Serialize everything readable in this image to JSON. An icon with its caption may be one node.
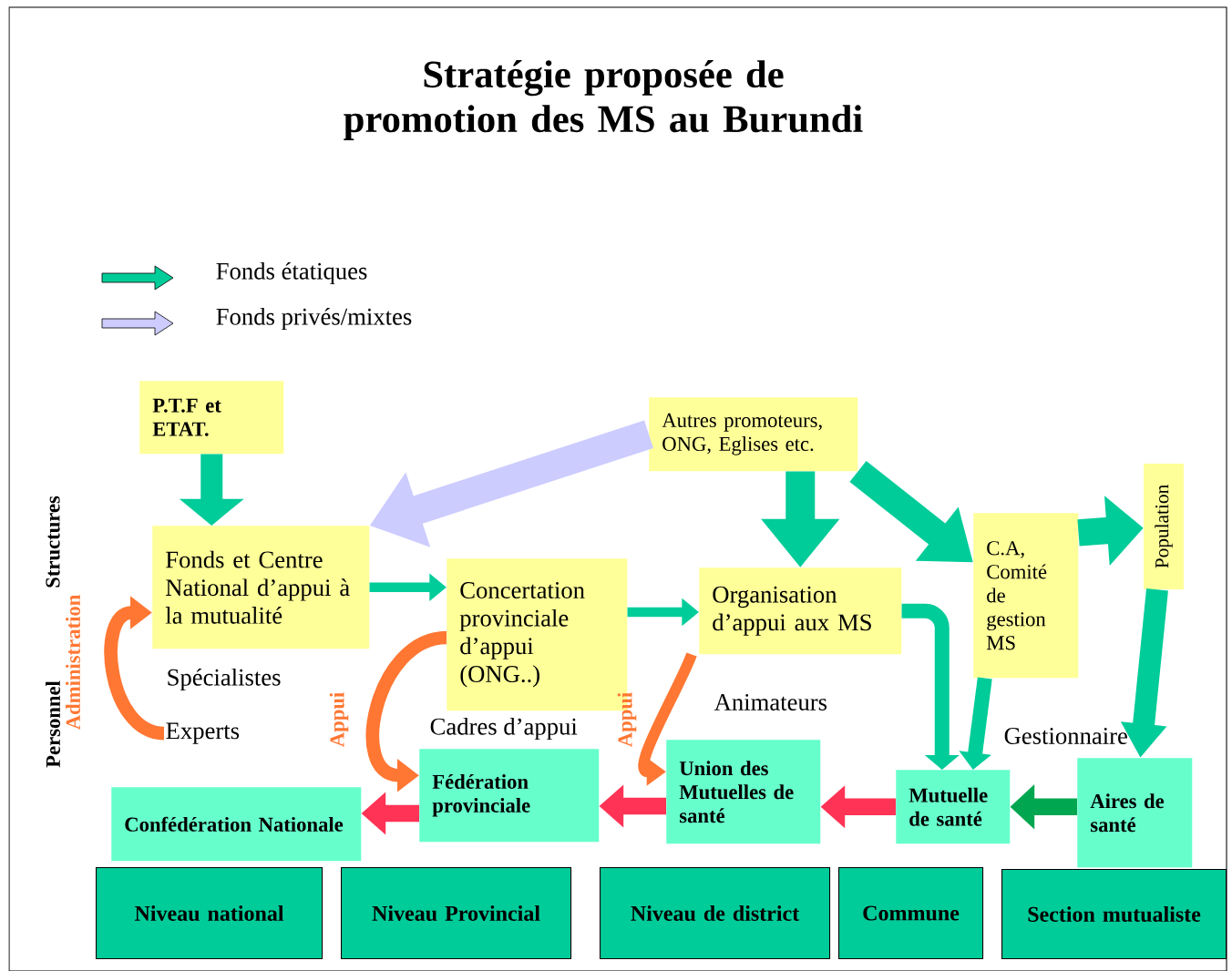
{
  "diagram": {
    "title": "Stratégie proposée de promotion des MS au Burundi",
    "nodes": [
      {
        "text": [
          "P.T.F  et ETAT."
        ]
      },
      {
        "text": [
          "Fonds et Centre National d’appui à la mutualité"
        ]
      },
      {
        "text": [
          "Autres promoteurs, ONG, Eglises etc."
        ]
      },
      {
        "text": [
          "Concertation provinciale d’appui (ONG..)"
        ]
      },
      {
        "text": [
          "Organisation d’appui aux MS"
        ]
      },
      {
        "text": [
          "C.A, Comité de gestion MS"
        ]
      },
      {
        "text": [
          "Population"
        ]
      },
      {
        "text": [
          "Confédération Nationale"
        ]
      },
      {
        "text": [
          "Fédération provinciale"
        ]
      },
      {
        "text": [
          "Union des Mutuelles de santé"
        ]
      },
      {
        "text": [
          "Mutuelle de santé"
        ]
      },
      {
        "text": [
          "Aires de santé"
        ]
      },
      {
        "text": [
          "Niveau national"
        ]
      },
      {
        "text": [
          "Niveau Provincial"
        ]
      },
      {
        "text": [
          "Niveau de district"
        ]
      },
      {
        "text": [
          "Commune"
        ]
      },
      {
        "text": [
          "Section mutualiste"
        ]
      },
      {
        "text": [
          "Experts"
        ]
      }
    ],
    "edges": [
      {
        "from": 0,
        "to": 1,
        "arrow": "to"
      },
      {
        "from": 2,
        "to": 1,
        "arrow": "to",
        "color": "#ccccff"
      },
      {
        "from": 1,
        "to": 3,
        "arrow": "to"
      },
      {
        "from": 3,
        "to": 4,
        "arrow": "to"
      },
      {
        "from": 2,
        "to": 4,
        "arrow": "to"
      },
      {
        "from": 2,
        "to": 5,
        "arrow": "to"
      },
      {
        "from": 5,
        "to": 6,
        "arrow": "to"
      },
      {
        "from": 6,
        "to": 11,
        "arrow": "to"
      },
      {
        "from": 4,
        "to": 10,
        "arrow": "to"
      },
      {
        "from": 5,
        "to": 10,
        "arrow": "to"
      },
      {
        "from": 11,
        "to": 10,
        "arrow": "to",
        "color": "#00a650"
      },
      {
        "from": 10,
        "to": 9,
        "arrow": "to",
        "color": "#ff3355"
      },
      {
        "from": 9,
        "to": 8,
        "arrow": "to",
        "color": "#ff3355"
      },
      {
        "from": 8,
        "to": 7,
        "arrow": "to",
        "color": "#ff3355"
      },
      {
        "from": 17,
        "to": 1,
        "arrow": "to",
        "label": "Administration",
        "color": "#ff7733"
      },
      {
        "from": 3,
        "to": 8,
        "arrow": "to",
        "label": "Appui",
        "color": "#ff7733"
      },
      {
        "from": 4,
        "to": 9,
        "arrow": "to",
        "label": "Appui",
        "color": "#ff7733"
      }
    ],
    "labels": [
      "Structures",
      "Personnel",
      "Spécialistes",
      "Cadres d’appui",
      "Animateurs",
      "Gestionnaire"
    ],
    "legend": [
      {
        "text": "Fonds étatiques",
        "color": "#00cc99"
      },
      {
        "text": "Fonds privés/mixtes",
        "color": "#ccccff"
      }
    ]
  }
}
